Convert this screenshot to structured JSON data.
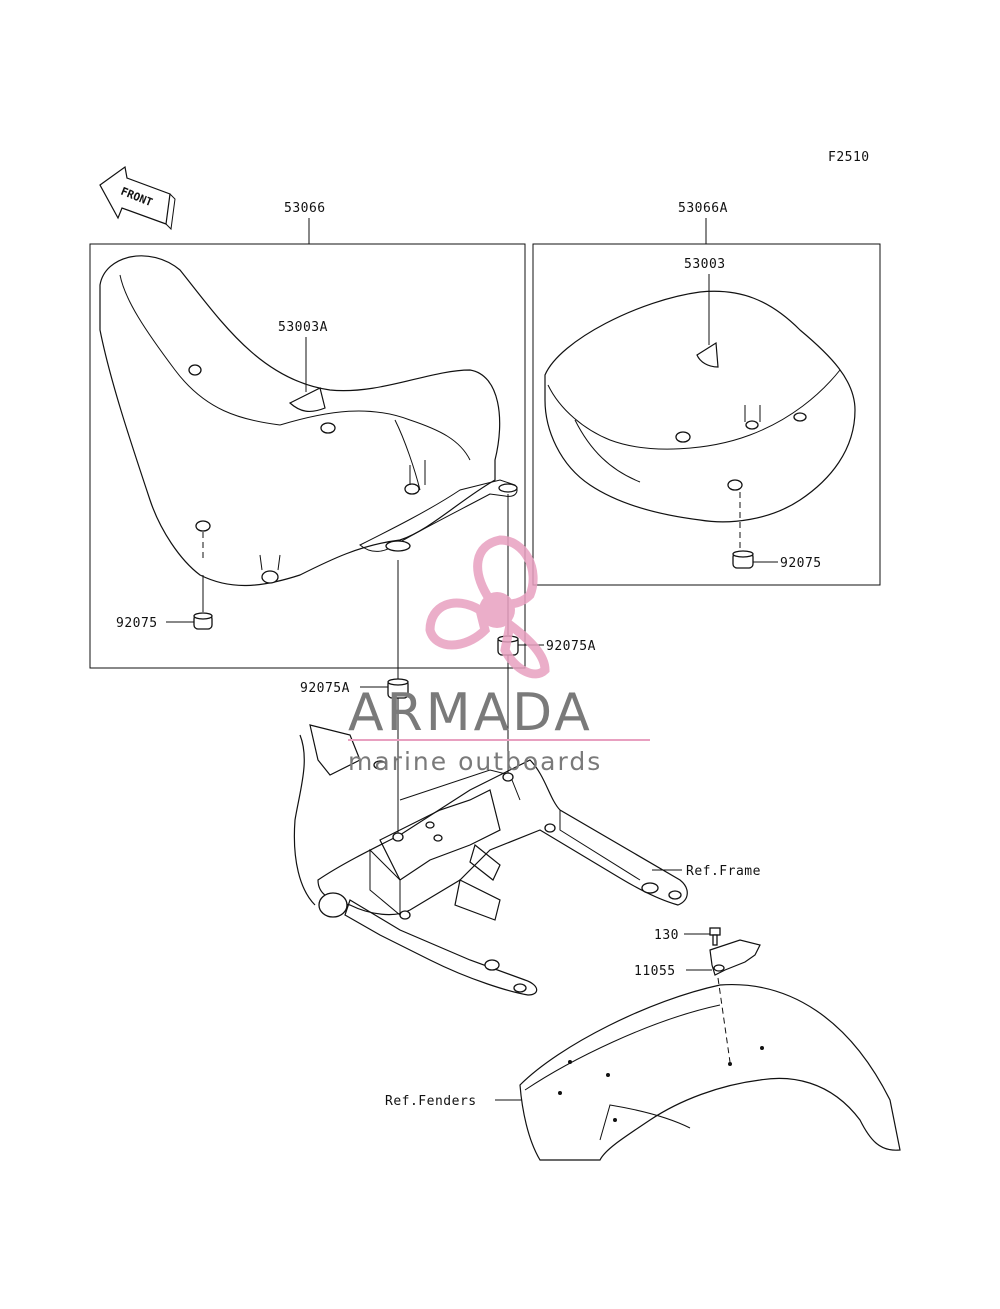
{
  "diagram": {
    "figure_code": "F2510",
    "front_arrow_text": "FRONT",
    "callouts": {
      "seat_assembly": "53066",
      "seat_assembly_alt": "53066A",
      "cover_a": "53003A",
      "cover": "53003",
      "damper_left": "92075",
      "damper_right": "92075",
      "damper_a_right": "92075A",
      "damper_a_left": "92075A",
      "ref_frame": "Ref.Frame",
      "bolt": "130",
      "bracket": "11055",
      "ref_fenders": "Ref.Fenders"
    }
  },
  "watermark": {
    "brand": "ARMADA",
    "tagline": "marine outboards",
    "logo_color": "#e8a0c0",
    "text_color": "#7a7a7a"
  }
}
